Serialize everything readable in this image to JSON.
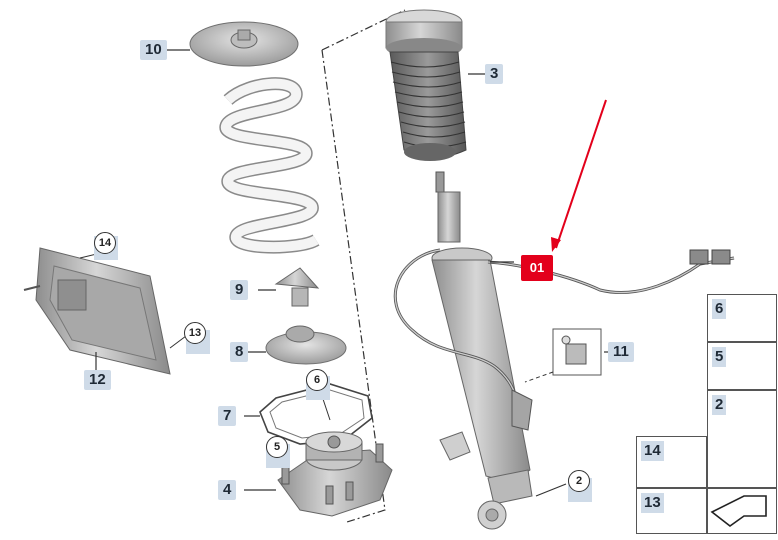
{
  "callouts": {
    "l10": "10",
    "l3": "3",
    "l9": "9",
    "l8": "8",
    "l7": "7",
    "l4": "4",
    "l12": "12",
    "l11": "11",
    "c14": "14",
    "c13": "13",
    "c6": "6",
    "c5": "5",
    "c2": "2",
    "highlight": "01"
  },
  "legend": {
    "cell6": "6",
    "cell5": "5",
    "cell2": "2",
    "cell14": "14",
    "cell13": "13"
  },
  "colors": {
    "highlight_red": "#e3001b",
    "label_bg": "#cfdbe8",
    "part_grey": "#b5b5b5"
  }
}
